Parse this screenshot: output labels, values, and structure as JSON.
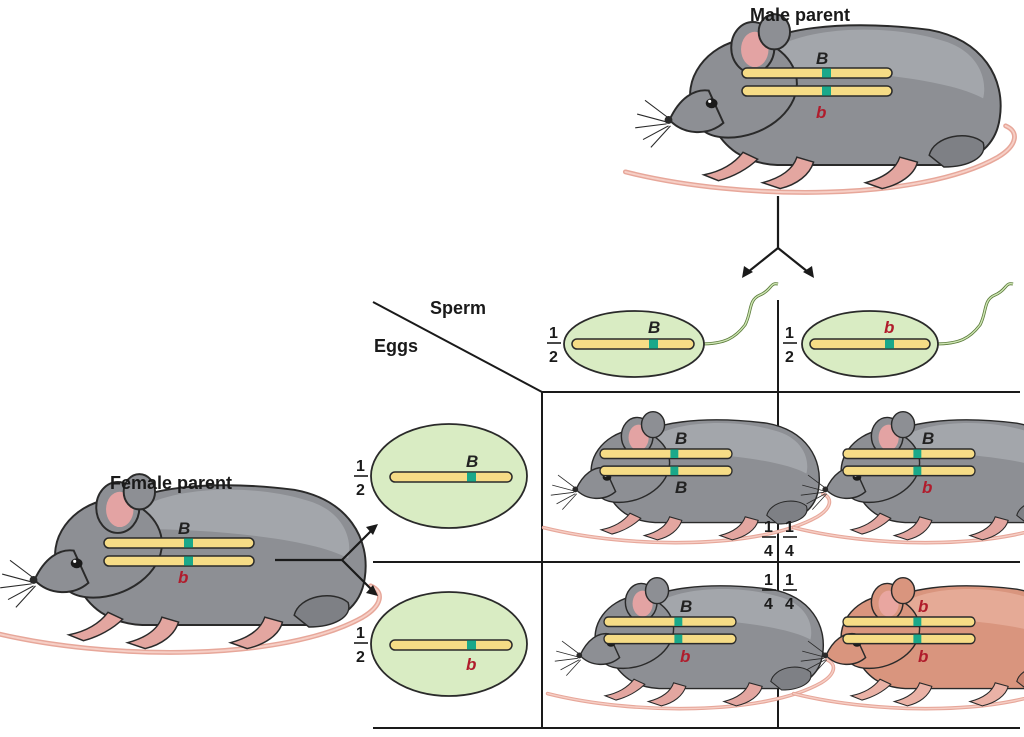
{
  "labels": {
    "male_parent": "Male parent",
    "female_parent": "Female parent",
    "sperm": "Sperm",
    "eggs": "Eggs"
  },
  "fractions": {
    "half_num": "1",
    "half_den": "2",
    "quarter_num": "1",
    "quarter_den": "4"
  },
  "alleles": {
    "dominant": "B",
    "recessive": "b"
  },
  "colors": {
    "gray_mouse": "#8e9094",
    "brown_mouse": "#d9957e",
    "chromosome": "#f6dc86",
    "centromere": "#1aa88a",
    "gamete": "#d9ecc3",
    "recessive_allele": "#b01c2c",
    "dominant_allele": "#222222"
  },
  "mice": {
    "male": {
      "top": "B",
      "bottom": "b",
      "coat": "gray"
    },
    "female": {
      "top": "B",
      "bottom": "b",
      "coat": "gray"
    },
    "offspring_BB": {
      "top": "B",
      "bottom": "B",
      "coat": "gray"
    },
    "offspring_Bb_1": {
      "top": "B",
      "bottom": "b",
      "coat": "gray"
    },
    "offspring_Bb_2": {
      "top": "B",
      "bottom": "b",
      "coat": "gray"
    },
    "offspring_bb": {
      "top": "b",
      "bottom": "b",
      "coat": "brown"
    }
  },
  "gametes": {
    "sperm_1": "B",
    "sperm_2": "b",
    "egg_1": "B",
    "egg_2": "b"
  }
}
